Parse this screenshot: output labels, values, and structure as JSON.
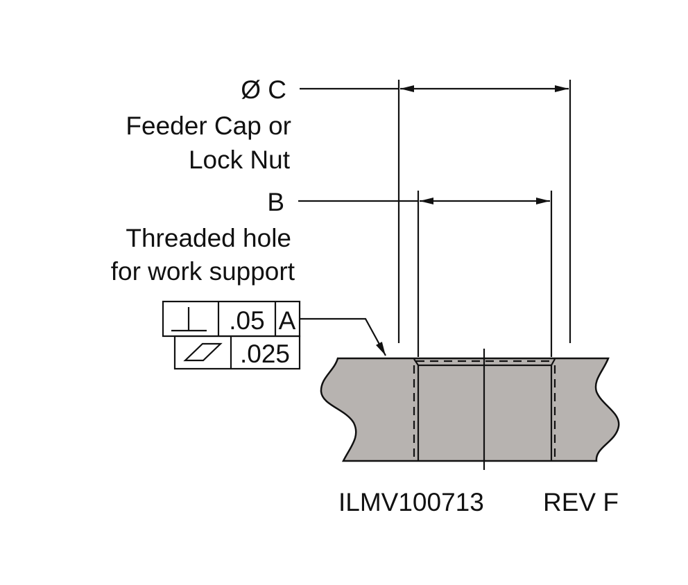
{
  "dimensions": {
    "c_label": "ØC",
    "c_symbol": "Ø",
    "c_letter": "C",
    "c_desc_line1": "Feeder Cap or",
    "c_desc_line2": "Lock Nut",
    "b_label": "B",
    "b_desc_line1": "Threaded hole",
    "b_desc_line2": "for work support"
  },
  "feature_control_frame": {
    "row1": {
      "symbol": "perpendicularity",
      "tolerance": ".05",
      "datum": "A"
    },
    "row2": {
      "symbol": "flatness",
      "tolerance": ".025"
    }
  },
  "footer": {
    "drawing_number": "ILMV100713",
    "revision": "REV F"
  },
  "colors": {
    "part_fill": "#b7b3b0",
    "line": "#111111"
  }
}
